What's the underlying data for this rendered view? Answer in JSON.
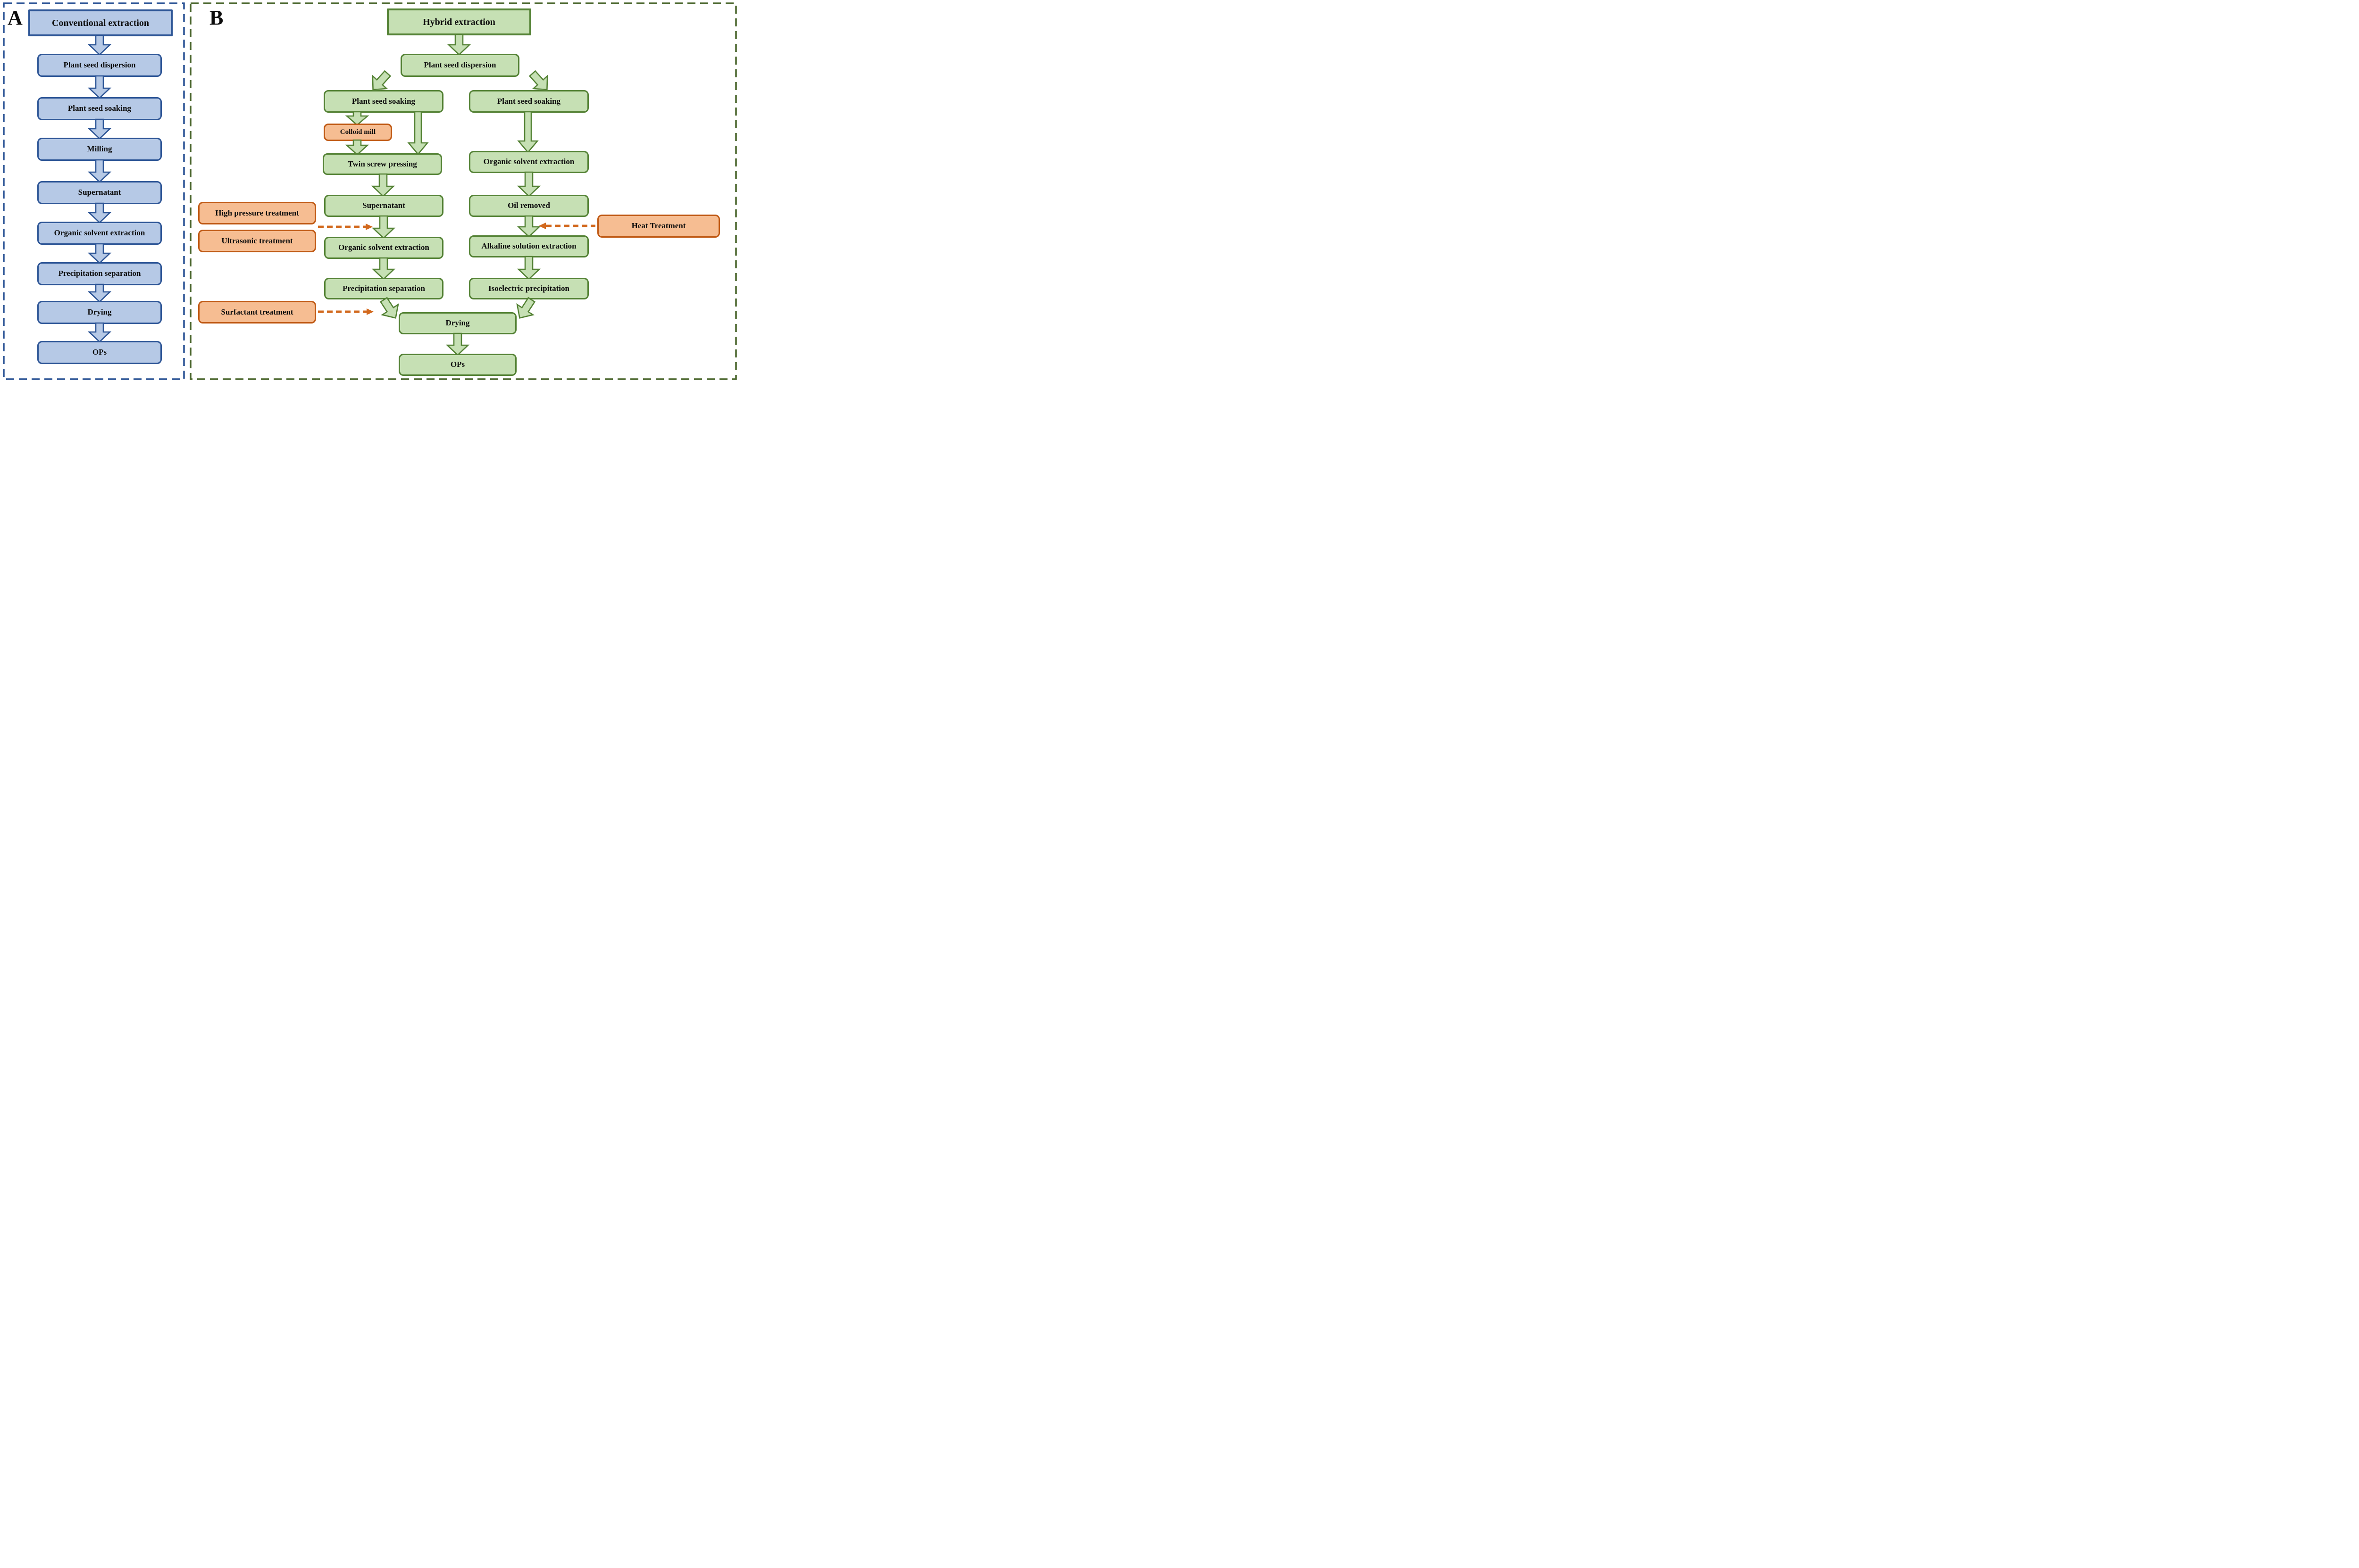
{
  "colors": {
    "blue-fill": "#b6c9e6",
    "blue-border": "#2d5596",
    "green-fill": "#c6e0b4",
    "green-border": "#548235",
    "panel-b-border": "#4b672e",
    "orange-fill": "#f6bd92",
    "orange-border": "#c05a15",
    "dash-arrow": "#d2691e",
    "text": "#0d0d0d"
  },
  "panel_a": {
    "label": "A",
    "title": "Conventional extraction",
    "steps": [
      "Plant seed dispersion",
      "Plant seed soaking",
      "Milling",
      "Supernatant",
      "Organic solvent extraction",
      "Precipitation separation",
      "Drying",
      "OPs"
    ]
  },
  "panel_b": {
    "label": "B",
    "title": "Hybrid extraction",
    "dispersion": "Plant seed dispersion",
    "left_branch": {
      "soaking": "Plant seed soaking",
      "colloid_mill": "Colloid mill",
      "twin_screw_pressing": "Twin screw pressing",
      "supernatant": "Supernatant",
      "organic_solvent_extraction": "Organic solvent extraction",
      "precipitation_separation": "Precipitation separation"
    },
    "right_branch": {
      "soaking": "Plant seed soaking",
      "organic_solvent_extraction": "Organic solvent extraction",
      "oil_removed": "Oil removed",
      "alkaline_solution_extraction": "Alkaline solution extraction",
      "isoelectric_precipitation": "Isoelectric precipitation"
    },
    "merged": {
      "drying": "Drying",
      "ops": "OPs"
    },
    "treatments": {
      "high_pressure": "High pressure treatment",
      "ultrasonic": "Ultrasonic treatment",
      "surfactant": "Surfactant treatment",
      "heat": "Heat Treatment"
    }
  }
}
